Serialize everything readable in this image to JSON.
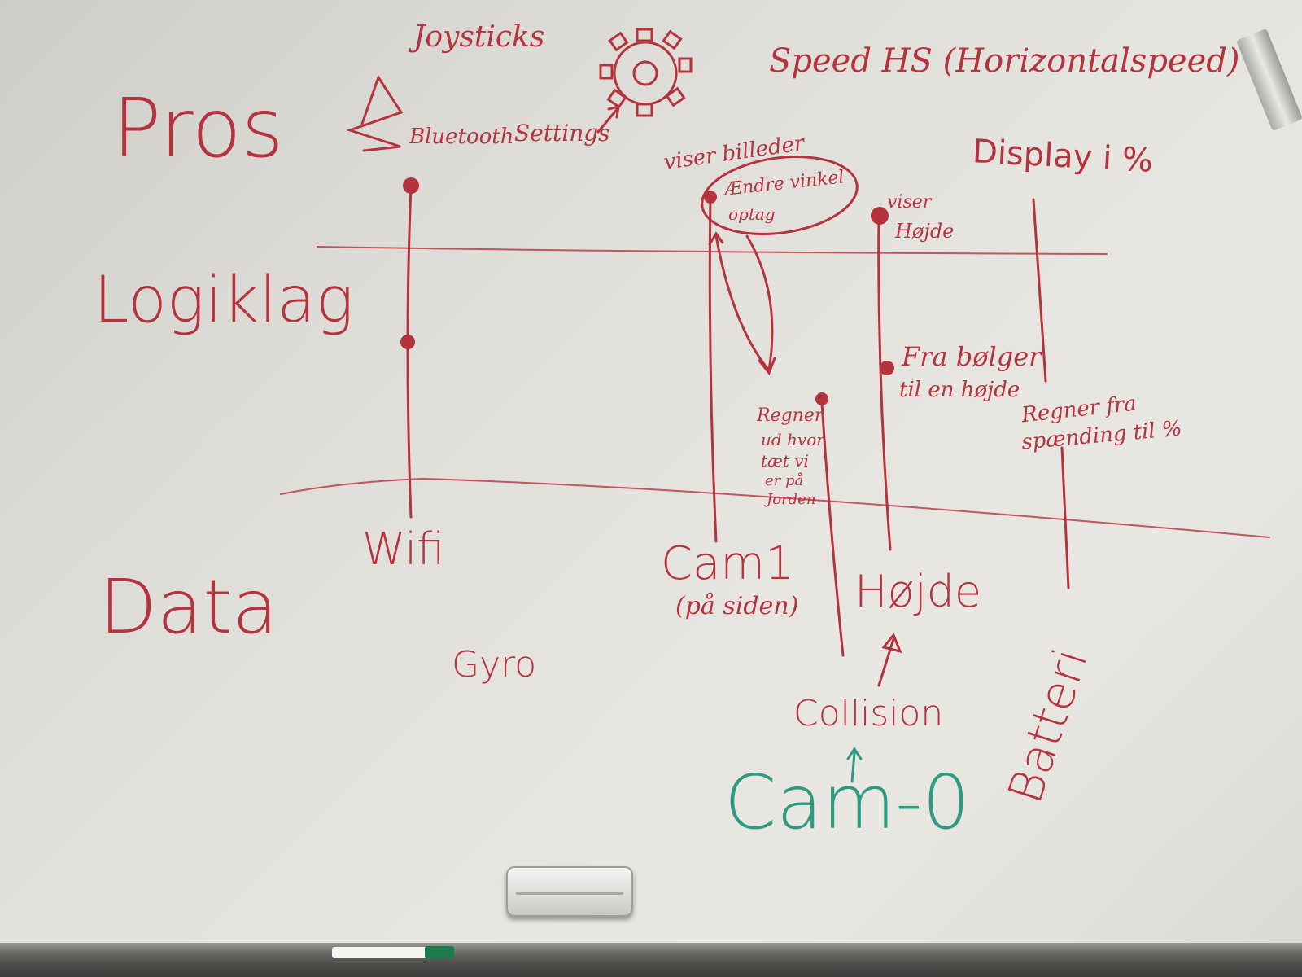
{
  "labels": {
    "joysticks": "Joysticks",
    "speed": "Speed HS (Horizontalspeed)",
    "pros": "Pros",
    "bluetooth": "Bluetooth",
    "settings": "Settings",
    "viser_billeder": "viser billeder",
    "aendre_vinkel": "Ændre vinkel",
    "optag": "optag",
    "display": "Display i %",
    "viser_hojde_1": "viser",
    "viser_hojde_2": "Højde",
    "logiklag": "Logiklag",
    "fra_bolger_1": "Fra bølger",
    "fra_bolger_2": "til en højde",
    "regner_1": "Regner",
    "regner_2": "ud hvor",
    "regner_3": "tæt vi",
    "regner_4": "er på",
    "regner_5": "Jorden",
    "regner_fra_1": "Regner fra",
    "regner_fra_2": "spænding til %",
    "wifi": "Wifi",
    "data": "Data",
    "cam1": "Cam1",
    "paa_siden": "(på siden)",
    "hojde": "Højde",
    "gyro": "Gyro",
    "collision": "Collision",
    "batteri": "Batteri",
    "cam0": "Cam-0"
  },
  "colors": {
    "ink_red": "#b5333d",
    "ink_green": "#2f9a82",
    "board": "#e6e4df"
  },
  "objects": [
    "whiteboard",
    "eraser",
    "marker",
    "bluetooth-icon",
    "gear-icon"
  ]
}
